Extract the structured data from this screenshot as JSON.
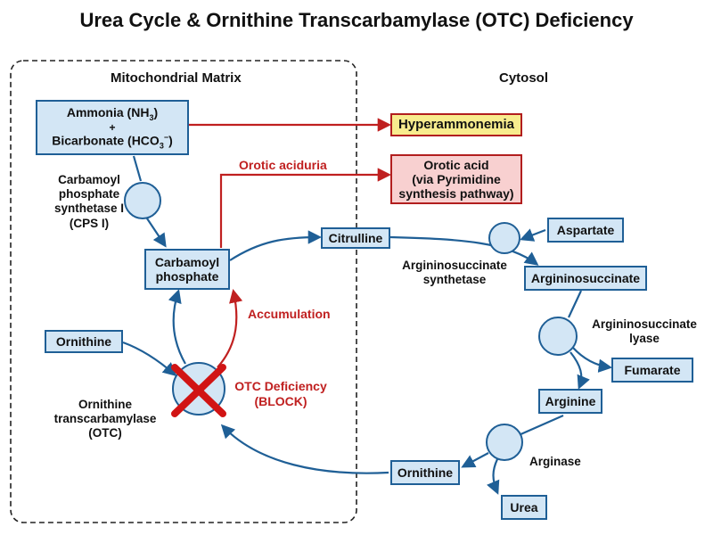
{
  "title": "Urea Cycle & Ornithine Transcarbamylase (OTC) Deficiency",
  "regions": {
    "mitochondria": "Mitochondrial Matrix",
    "cytosol": "Cytosol"
  },
  "nodes": {
    "ammonia_line1_pre": "Ammonia (NH",
    "ammonia_line1_sub": "3",
    "ammonia_line1_post": ")",
    "plus": "+",
    "bicarb_pre": "Bicarbonate (HCO",
    "bicarb_sub": "3",
    "bicarb_sup": "−",
    "bicarb_post": ")",
    "hyperammonemia": "Hyperammonemia",
    "orotic_acid_l1": "Orotic acid",
    "orotic_acid_l2": "(via Pyrimidine",
    "orotic_acid_l3": "synthesis pathway)",
    "carbamoyl_l1": "Carbamoyl",
    "carbamoyl_l2": "phosphate",
    "citrulline": "Citrulline",
    "aspartate": "Aspartate",
    "argininosuccinate": "Argininosuccinate",
    "ornithine_mito": "Ornithine",
    "fumarate": "Fumarate",
    "arginine": "Arginine",
    "ornithine_cyto": "Ornithine",
    "urea": "Urea"
  },
  "enzymes": {
    "cps1_l1": "Carbamoyl",
    "cps1_l2": "phosphate",
    "cps1_l3": "synthetase I",
    "cps1_l4": "(CPS I)",
    "ass_l1": "Argininosuccinate",
    "ass_l2": "synthetase",
    "asl_l1": "Argininosuccinate",
    "asl_l2": "lyase",
    "arginase": "Arginase",
    "otc_l1": "Ornithine",
    "otc_l2": "transcarbamylase",
    "otc_l3": "(OTC)"
  },
  "annotations": {
    "orotic_aciduria": "Orotic aciduria",
    "accumulation": "Accumulation",
    "otc_deficiency_l1": "OTC Deficiency",
    "otc_deficiency_l2": "(BLOCK)"
  },
  "colors": {
    "blue_stroke": "#1f5f96",
    "blue_fill": "#d3e6f5",
    "red": "#c02020",
    "yellow_fill": "#f8ec8e",
    "pink_fill": "#f8d0d0"
  }
}
